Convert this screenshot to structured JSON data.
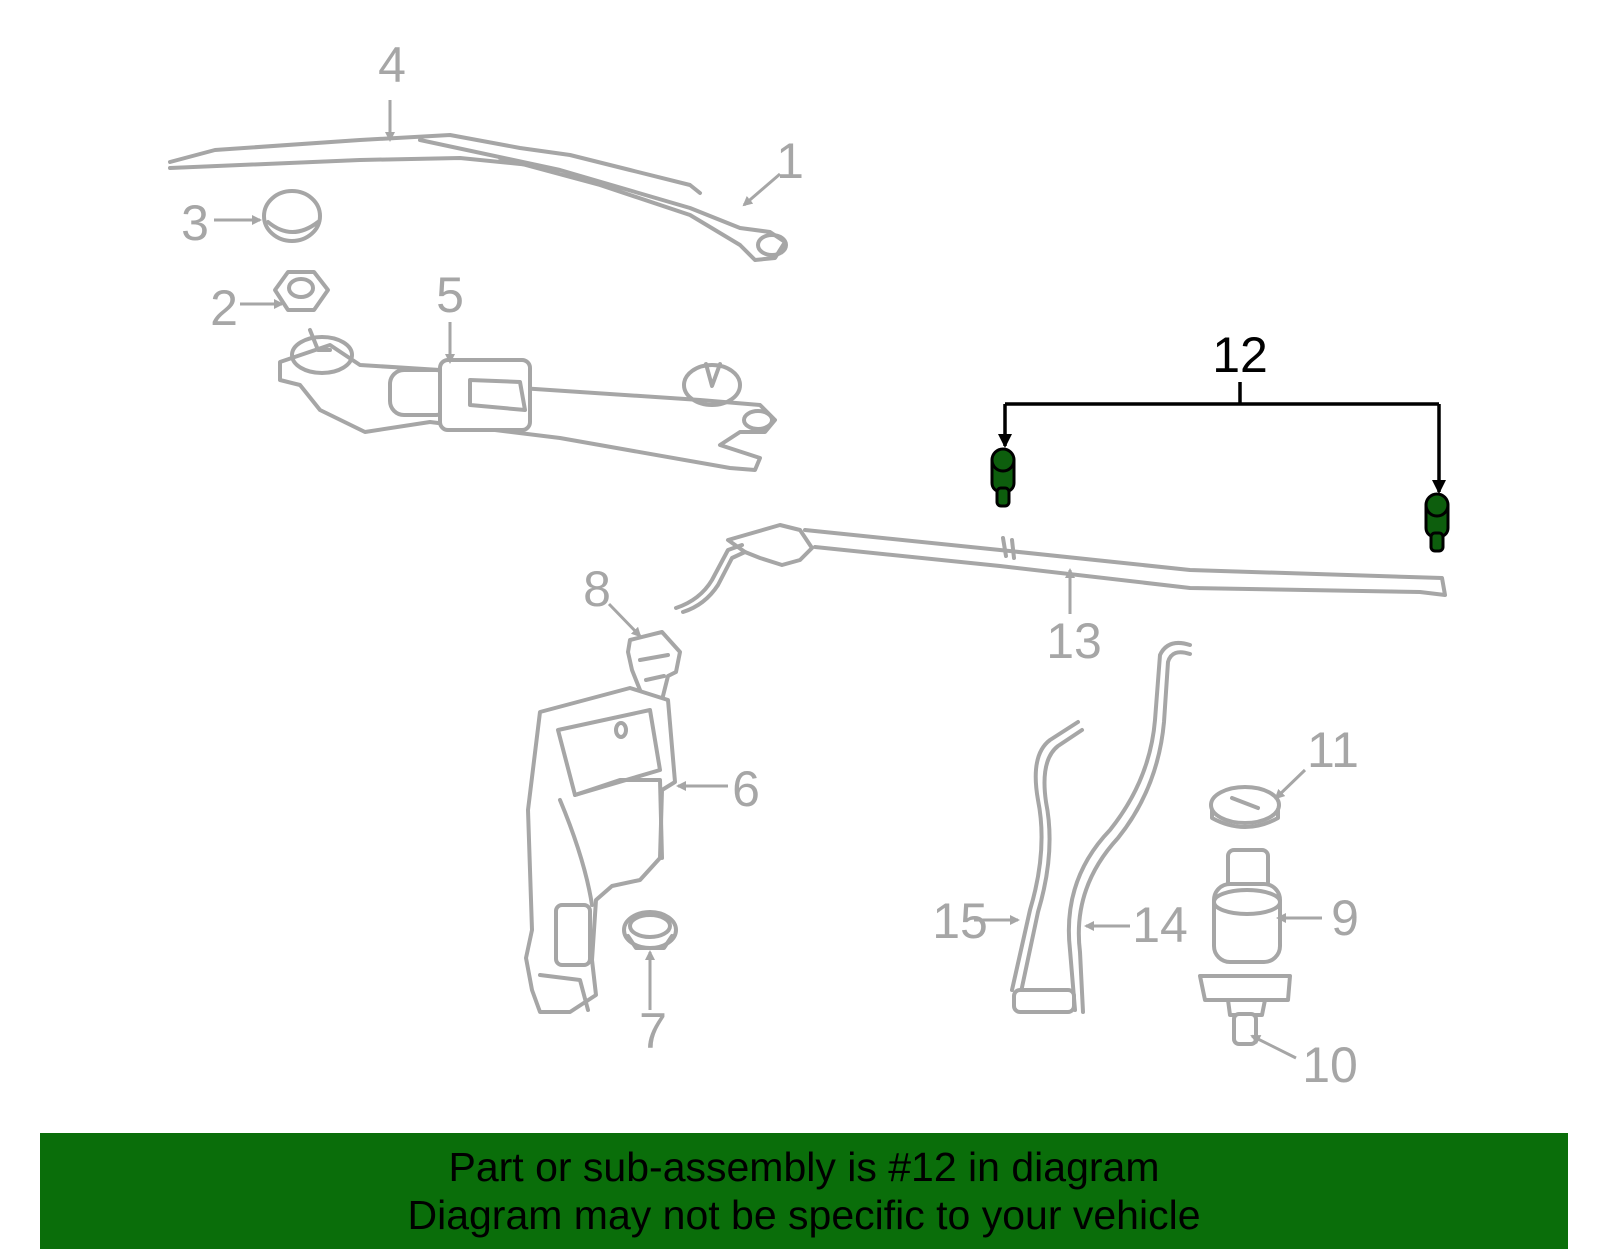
{
  "callouts": {
    "c1": "1",
    "c2": "2",
    "c3": "3",
    "c4": "4",
    "c5": "5",
    "c6": "6",
    "c7": "7",
    "c8": "8",
    "c9": "9",
    "c10": "10",
    "c11": "11",
    "c12": "12",
    "c13": "13",
    "c14": "14",
    "c15": "15"
  },
  "highlight": {
    "color": "#0a6e0a",
    "part_callout": "12"
  },
  "banner": {
    "line1": "Part or sub-assembly is #12 in diagram",
    "line2": "Diagram may not be specific to your vehicle"
  }
}
